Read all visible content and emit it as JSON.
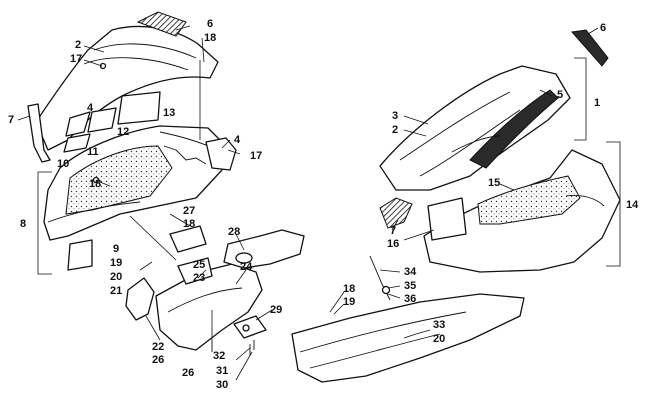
{
  "callouts": {
    "c1": "1",
    "c2a": "2",
    "c2b": "2",
    "c3": "3",
    "c4a": "4",
    "c4b": "4",
    "c5": "5",
    "c6a": "6",
    "c6b": "6",
    "c7a": "7",
    "c7b": "7",
    "c8": "8",
    "c9": "9",
    "c10": "10",
    "c11": "11",
    "c12": "12",
    "c13": "13",
    "c14": "14",
    "c15": "15",
    "c16": "16",
    "c17a": "17",
    "c17b": "17",
    "c18a": "18",
    "c18b": "18",
    "c18c": "18",
    "c18d": "18",
    "c19a": "19",
    "c19b": "19",
    "c20a": "20",
    "c20b": "20",
    "c21": "21",
    "c22": "22",
    "c23": "23",
    "c24": "24",
    "c25": "25",
    "c26a": "26",
    "c26b": "26",
    "c27": "27",
    "c28": "28",
    "c29": "29",
    "c30": "30",
    "c31": "31",
    "c32": "32",
    "c33": "33",
    "c34": "34",
    "c35": "35",
    "c36": "36"
  }
}
